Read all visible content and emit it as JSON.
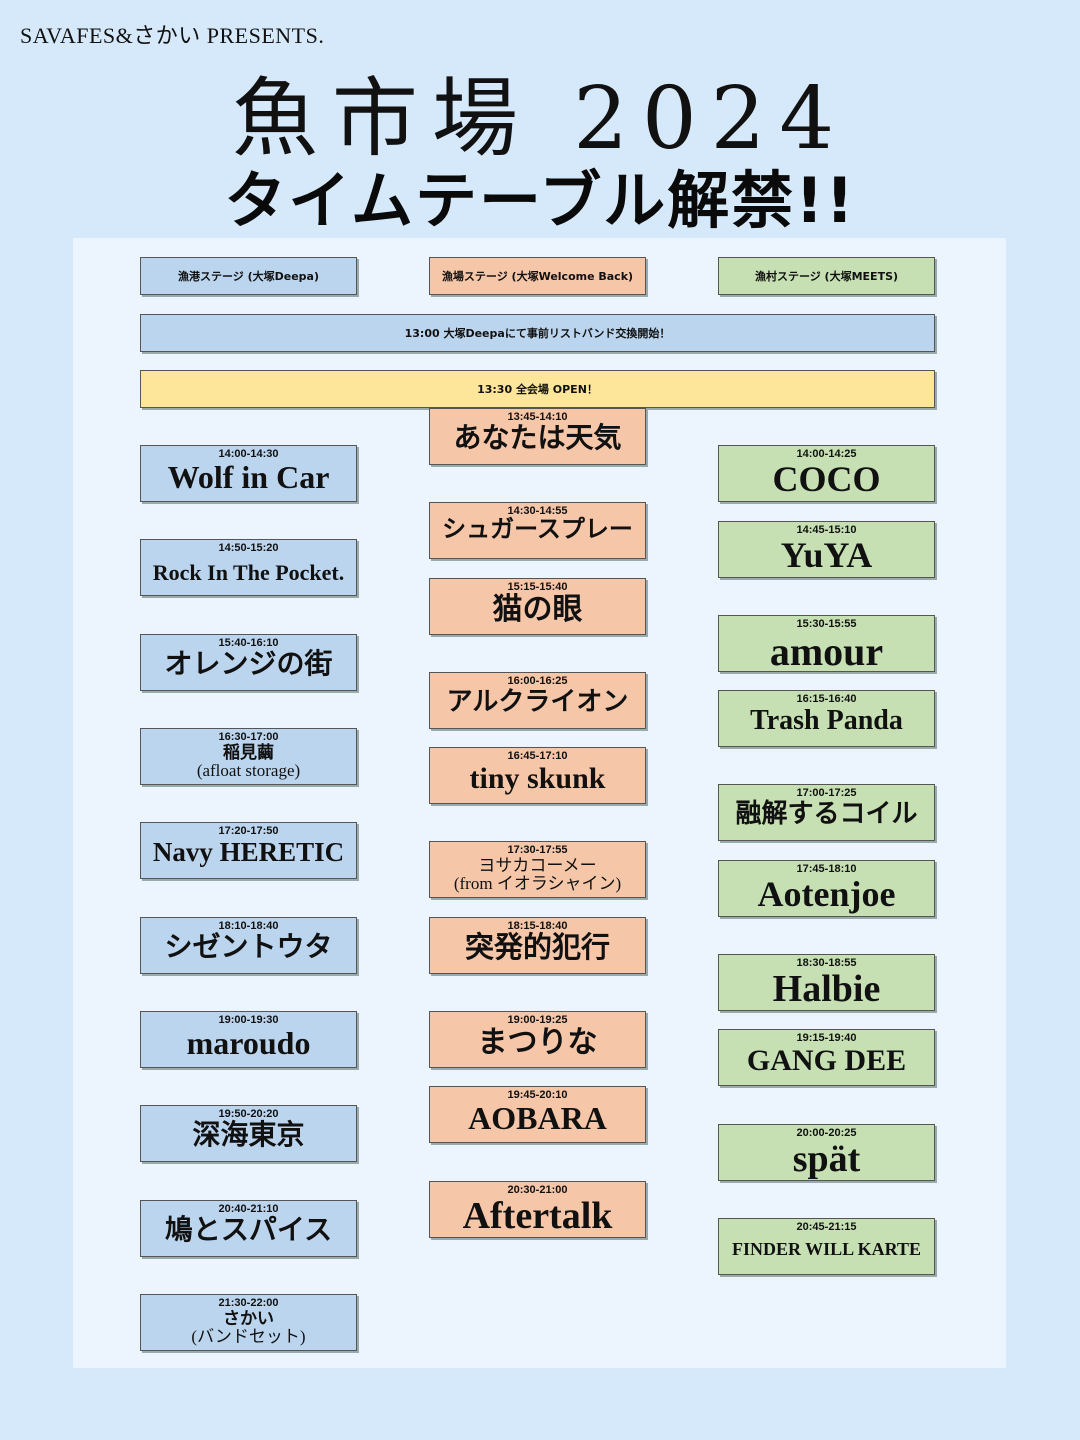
{
  "header": {
    "presents": "SAVAFES&さかい PRESENTS.",
    "title": "魚市場 2024",
    "subtitle": "タイムテーブル解禁!!"
  },
  "colors": {
    "background": "#d6e9fa",
    "panel": "#ecf5fd",
    "stage1": "#bcd5ee",
    "stage2": "#f6c6a8",
    "stage3": "#c6e0b4",
    "open_banner": "#fde69a"
  },
  "stages": [
    {
      "label": "漁港ステージ (大塚Deepa)"
    },
    {
      "label": "漁場ステージ (大塚Welcome Back)"
    },
    {
      "label": "漁村ステージ (大塚MEETS)"
    }
  ],
  "banners": {
    "wristband": "13:00 大塚Deepaにて事前リストバンド交換開始！",
    "open": "13:30 全会場 OPEN！"
  },
  "stage1_slots": [
    {
      "time": "14:00-14:30",
      "name": "Wolf in Car"
    },
    {
      "time": "14:50-15:20",
      "name": "Rock In The Pocket."
    },
    {
      "time": "15:40-16:10",
      "name": "オレンジの街"
    },
    {
      "time": "16:30-17:00",
      "name": "稲見繭",
      "sub": "(afloat storage)"
    },
    {
      "time": "17:20-17:50",
      "name": "Navy HERETIC"
    },
    {
      "time": "18:10-18:40",
      "name": "シゼントウタ"
    },
    {
      "time": "19:00-19:30",
      "name": "maroudo"
    },
    {
      "time": "19:50-20:20",
      "name": "深海東京"
    },
    {
      "time": "20:40-21:10",
      "name": "鳩とスパイス"
    },
    {
      "time": "21:30-22:00",
      "name": "さかい",
      "sub": "(バンドセット)"
    }
  ],
  "stage2_slots": [
    {
      "time": "13:45-14:10",
      "name": "あなたは天気"
    },
    {
      "time": "14:30-14:55",
      "name": "シュガースプレー"
    },
    {
      "time": "15:15-15:40",
      "name": "猫の眼"
    },
    {
      "time": "16:00-16:25",
      "name": "アルクライオン"
    },
    {
      "time": "16:45-17:10",
      "name": "tiny skunk"
    },
    {
      "time": "17:30-17:55",
      "name": "ヨサカコーメー",
      "sub": "(from イオラシャイン)"
    },
    {
      "time": "18:15-18:40",
      "name": "突発的犯行"
    },
    {
      "time": "19:00-19:25",
      "name": "まつりな"
    },
    {
      "time": "19:45-20:10",
      "name": "AOBARA"
    },
    {
      "time": "20:30-21:00",
      "name": "Aftertalk"
    }
  ],
  "stage3_slots": [
    {
      "time": "14:00-14:25",
      "name": "COCO"
    },
    {
      "time": "14:45-15:10",
      "name": "YuYA"
    },
    {
      "time": "15:30-15:55",
      "name": "amour"
    },
    {
      "time": "16:15-16:40",
      "name": "Trash Panda"
    },
    {
      "time": "17:00-17:25",
      "name": "融解するコイル"
    },
    {
      "time": "17:45-18:10",
      "name": "Aotenjoe"
    },
    {
      "time": "18:30-18:55",
      "name": "Halbie"
    },
    {
      "time": "19:15-19:40",
      "name": "GANG DEE"
    },
    {
      "time": "20:00-20:25",
      "name": "spät"
    },
    {
      "time": "20:45-21:15",
      "name": "FINDER WILL KARTE"
    }
  ]
}
